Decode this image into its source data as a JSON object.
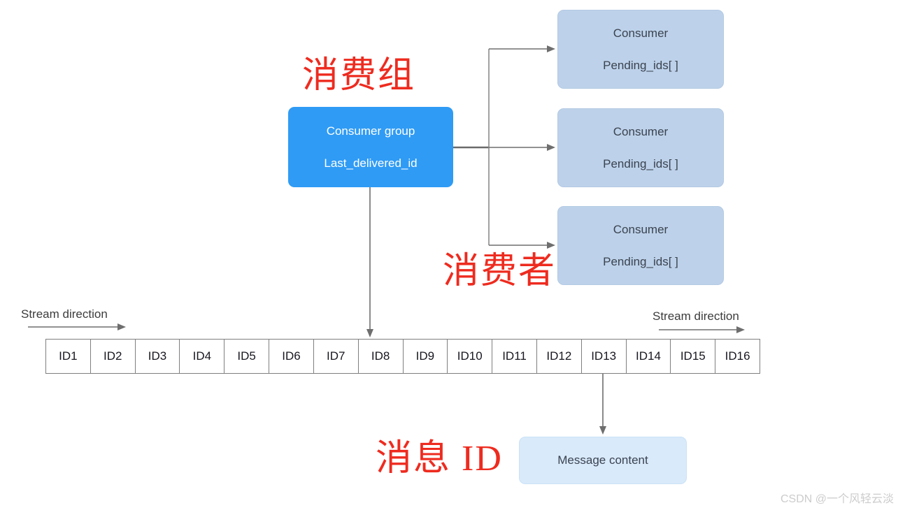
{
  "diagram": {
    "consumer_group_box": {
      "line1": "Consumer group",
      "line2": "Last_delivered_id"
    },
    "consumers": [
      {
        "line1": "Consumer",
        "line2": "Pending_ids[ ]"
      },
      {
        "line1": "Consumer",
        "line2": "Pending_ids[ ]"
      },
      {
        "line1": "Consumer",
        "line2": "Pending_ids[ ]"
      }
    ],
    "labels": {
      "consumer_group_cn": "消费组",
      "consumer_cn": "消费者",
      "message_id_cn": "消息 ID",
      "stream_direction_left": "Stream direction",
      "stream_direction_right": "Stream direction"
    },
    "stream": {
      "ids": [
        "ID1",
        "ID2",
        "ID3",
        "ID4",
        "ID5",
        "ID6",
        "ID7",
        "ID8",
        "ID9",
        "ID10",
        "ID11",
        "ID12",
        "ID13",
        "ID14",
        "ID15",
        "ID16"
      ]
    },
    "message_content_box": {
      "label": "Message content"
    },
    "watermark": "CSDN @一个风轻云淡",
    "colors": {
      "consumer_group_fill": "#2f9bf5",
      "consumer_fill": "#bdd2ea",
      "message_fill": "#d9eafb",
      "red_label": "#ee2b1f",
      "connector_gray": "#6e6e6e"
    }
  }
}
